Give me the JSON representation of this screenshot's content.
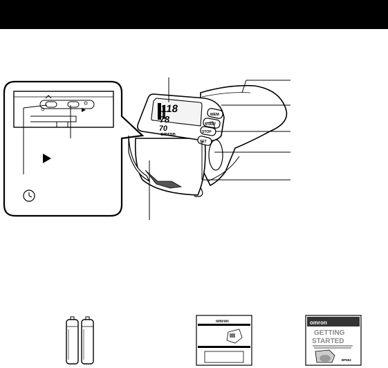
{
  "page": {
    "header_bar_color": "#000000"
  },
  "monitor": {
    "brand": "omron",
    "display": {
      "systolic": "118",
      "diastolic": "78",
      "pulse": "70"
    },
    "buttons": {
      "mem": "MEM",
      "start": "START",
      "stop": "STOP",
      "set": "SET"
    }
  },
  "inset": {
    "play_icon": "play-triangle-icon",
    "clock_icon": "clock-icon"
  },
  "accessories": {
    "manual": {
      "brand": "omron"
    },
    "guide": {
      "brand": "omron",
      "title_line1": "GETTING",
      "title_line2": "STARTED",
      "model": "BP652"
    }
  }
}
